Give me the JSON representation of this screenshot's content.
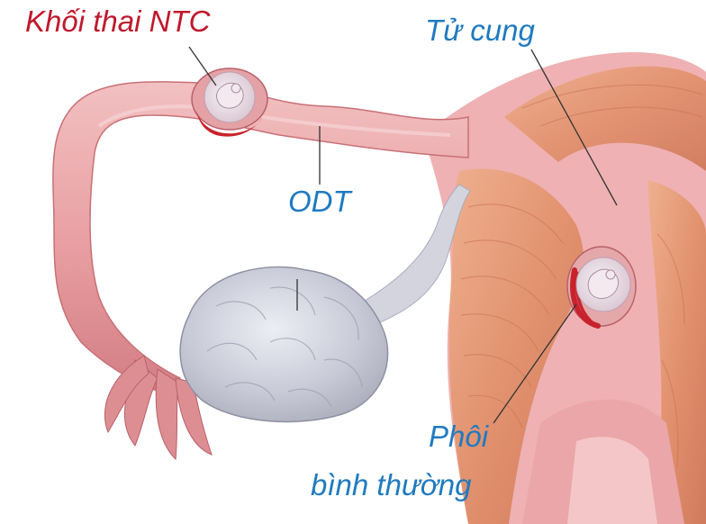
{
  "labels": {
    "ectopic": "Khối thai NTC",
    "uterus": "Tử cung",
    "tube": "ODT",
    "normal_line1": "Phôi",
    "normal_line2": "bình thường"
  },
  "colors": {
    "ectopic_label": "#c0182c",
    "other_labels": "#1f7ac0",
    "tissue": "#e9a6a8",
    "tissue_dark": "#c4656b",
    "muscle": "#e49775",
    "ovary": "#c9cbd6",
    "blood": "#c8232c"
  }
}
